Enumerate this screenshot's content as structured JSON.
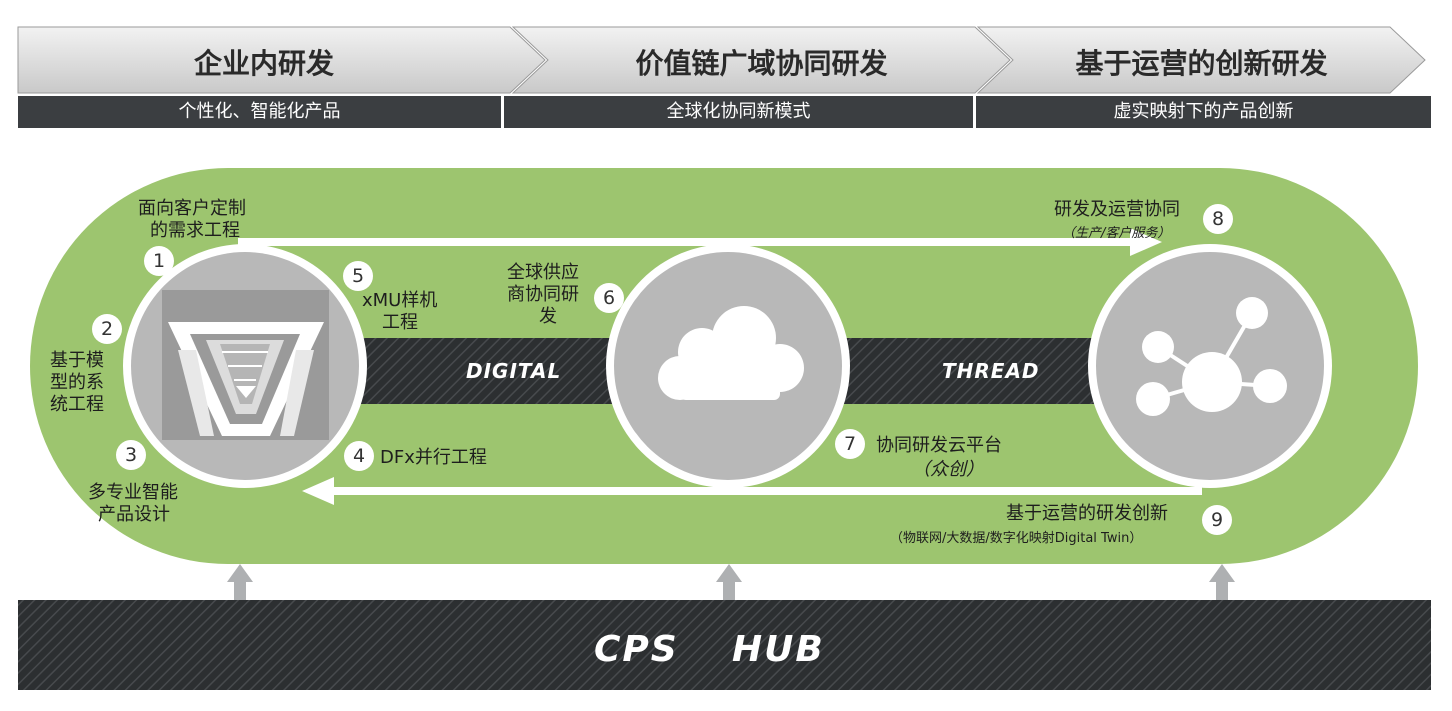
{
  "stages": [
    {
      "title": "企业内研发",
      "subtitle": "个性化、智能化产品"
    },
    {
      "title": "价值链广域协同研发",
      "subtitle": "全球化协同新模式"
    },
    {
      "title": "基于运营的创新研发",
      "subtitle": "虚实映射下的产品创新"
    }
  ],
  "steps": [
    {
      "num": "1",
      "lines": [
        "面向客户定制",
        "的需求工程"
      ]
    },
    {
      "num": "2",
      "lines": [
        "基于模",
        "型的系",
        "统工程"
      ]
    },
    {
      "num": "3",
      "lines": [
        "多专业智能",
        "产品设计"
      ]
    },
    {
      "num": "4",
      "lines": [
        "DFx并行工程"
      ]
    },
    {
      "num": "5",
      "lines": [
        "xMU样机",
        "工程"
      ]
    },
    {
      "num": "6",
      "lines": [
        "全球供应",
        "商协同研",
        "发"
      ]
    },
    {
      "num": "7",
      "lines": [
        "协同研发云平台"
      ],
      "note": "（众创）"
    },
    {
      "num": "8",
      "lines": [
        "研发及运营协同"
      ],
      "note": "（生产/客户服务）"
    },
    {
      "num": "9",
      "lines": [
        "基于运营的研发创新"
      ],
      "note": "（物联网/大数据/数字化映射Digital Twin）"
    }
  ],
  "thread": {
    "left": "DIGITAL",
    "right": "THREAD"
  },
  "hub": {
    "left": "CPS",
    "right": "HUB"
  },
  "icons": [
    "v-model-icon",
    "cloud-icon",
    "network-nodes-icon"
  ],
  "colors": {
    "green": "#9dc56f",
    "dark": "#3b3e41",
    "chevron": "#d9dadb",
    "circle": "#b8b8b8"
  }
}
